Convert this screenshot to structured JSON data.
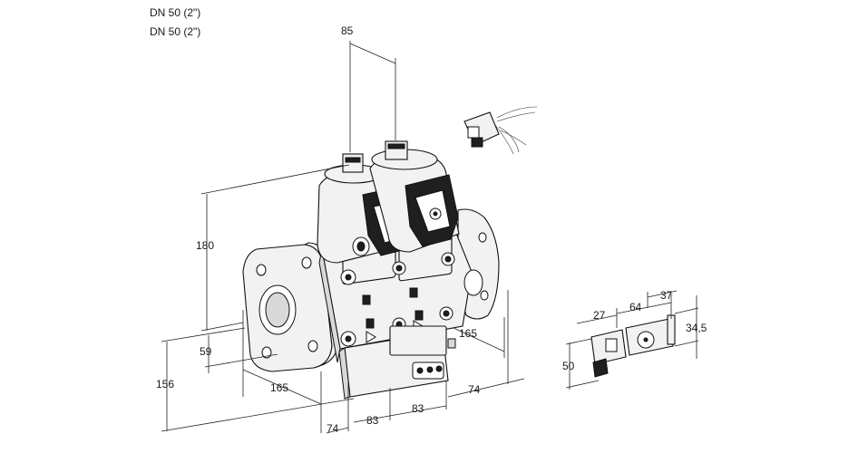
{
  "header": {
    "line1": "DN 50 (2\")",
    "line2": "DN 50 (2\")"
  },
  "dims": {
    "d85": "85",
    "d180": "180",
    "d59": "59",
    "d156": "156",
    "d165_bottom": "165",
    "d165_right": "165",
    "d74_right": "74",
    "d74_bottom": "74",
    "d83_a": "83",
    "d83_b": "83",
    "d27": "27",
    "d64": "64",
    "d37": "37",
    "d34_5": "34,5",
    "d50": "50"
  }
}
